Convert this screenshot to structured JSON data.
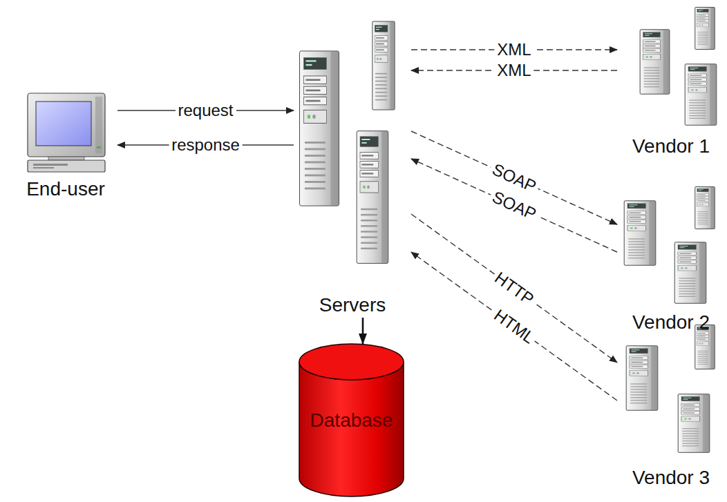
{
  "diagram": {
    "nodes": [
      {
        "text": [
          "End-user"
        ]
      },
      {
        "text": [
          "Servers"
        ]
      },
      {
        "text": [
          "Database"
        ]
      },
      {
        "text": [
          "Vendor 1"
        ]
      },
      {
        "text": [
          "Vendor 2"
        ]
      },
      {
        "text": [
          "Vendor 3"
        ]
      }
    ],
    "edges": [
      {
        "from": 0,
        "to": 1,
        "label": "request",
        "arrow": "to"
      },
      {
        "from": 1,
        "to": 0,
        "label": "response",
        "arrow": "to"
      },
      {
        "from": 1,
        "to": 3,
        "label": "XML",
        "arrow": "to"
      },
      {
        "from": 3,
        "to": 1,
        "label": "XML",
        "arrow": "to"
      },
      {
        "from": 1,
        "to": 4,
        "label": "SOAP",
        "arrow": "to"
      },
      {
        "from": 4,
        "to": 1,
        "label": "SOAP",
        "arrow": "to"
      },
      {
        "from": 1,
        "to": 5,
        "label": "HTTP",
        "arrow": "to"
      },
      {
        "from": 5,
        "to": 1,
        "label": "HTML",
        "arrow": "to"
      },
      {
        "from": 1,
        "to": 2,
        "arrow": "to"
      }
    ]
  }
}
